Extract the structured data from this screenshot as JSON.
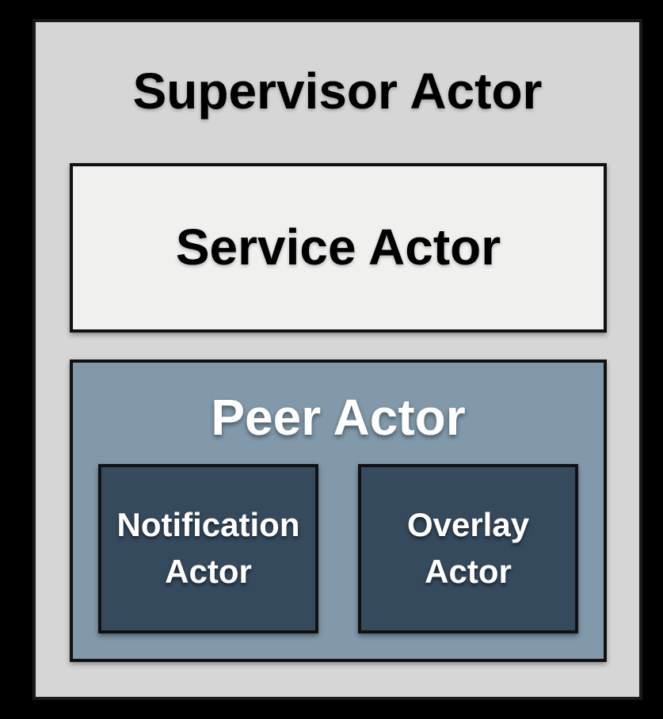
{
  "supervisor": {
    "label": "Supervisor Actor"
  },
  "service": {
    "label": "Service Actor"
  },
  "peer": {
    "label": "Peer Actor",
    "children": [
      {
        "line1": "Notification",
        "line2": "Actor"
      },
      {
        "line1": "Overlay",
        "line2": "Actor"
      }
    ]
  },
  "colors": {
    "supervisor_fill": "#d6d6d6",
    "service_fill": "#f0f0ef",
    "peer_fill": "#8199aa",
    "child_fill": "#364a5e"
  }
}
